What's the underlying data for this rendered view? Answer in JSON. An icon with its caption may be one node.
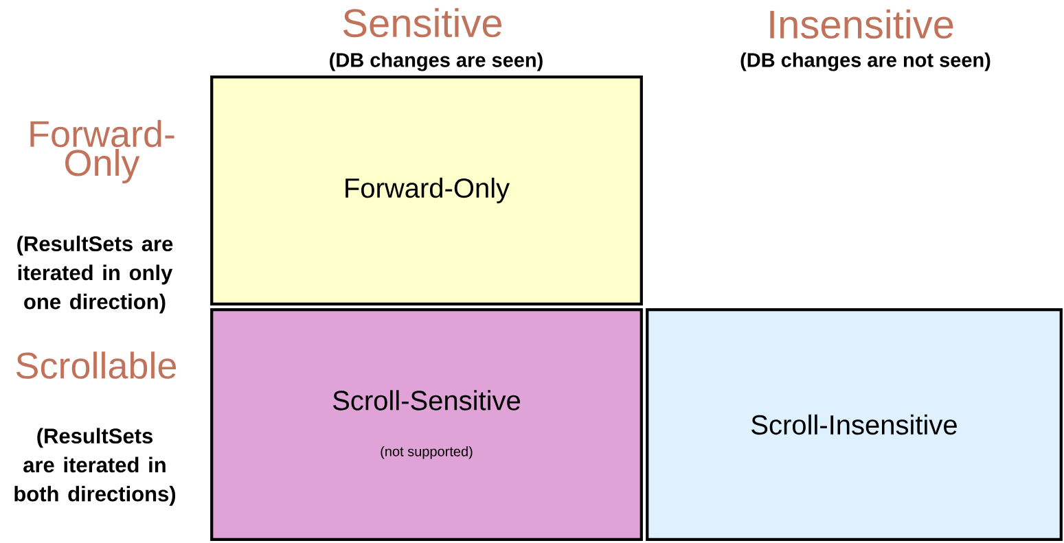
{
  "diagram": {
    "nodes": [
      {
        "text": [
          "Forward-Only"
        ]
      },
      {
        "text": [
          "Scroll-Sensitive",
          "(not supported)"
        ]
      },
      {
        "text": [
          "Scroll-Insensitive"
        ]
      }
    ],
    "labels": [
      "Sensitive",
      "(DB changes are seen)",
      "Insensitive",
      "(DB changes are not seen)",
      "Forward-Only",
      "(ResultSets are iterated in only one direction)",
      "Scrollable",
      "(ResultSets are iterated in both directions)"
    ]
  }
}
